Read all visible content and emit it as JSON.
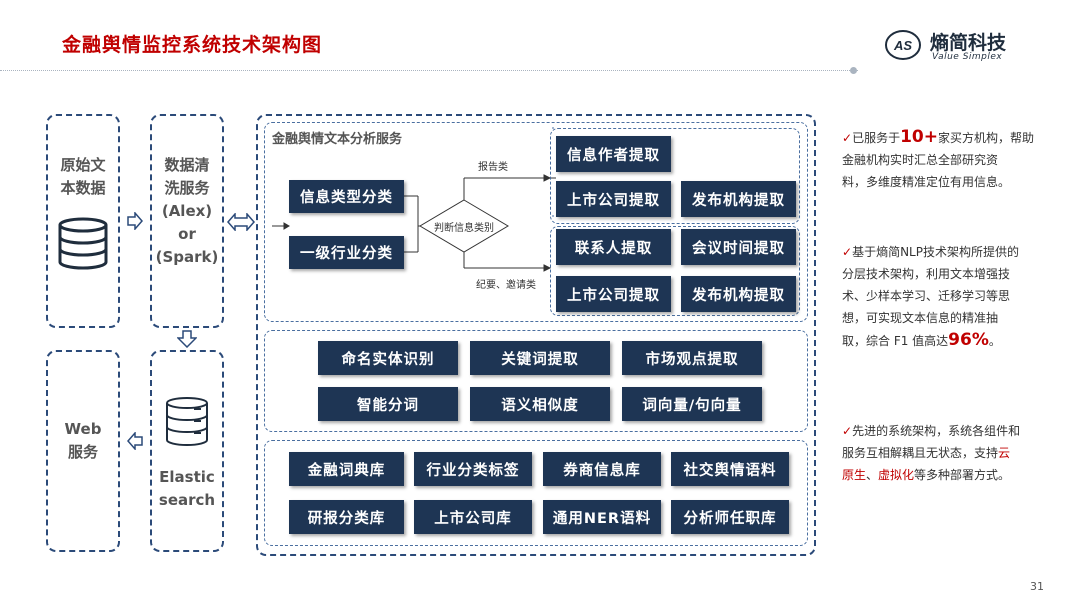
{
  "header": {
    "title": "金融舆情监控系统技术架构图",
    "logo_cn": "熵简科技",
    "logo_en": "Value Simplex",
    "logo_mark": "AS"
  },
  "left": {
    "raw_data": "原始文\n本数据",
    "cleaning": "数据清\n洗服务\n(Alex)\nor\n(Spark)",
    "web": "Web\n服务",
    "es": "Elastic\nsearch"
  },
  "service": {
    "title": "金融舆情文本分析服务",
    "info_type": "信息类型分类",
    "industry": "一级行业分类",
    "judge": "判断信息类别",
    "report_label": "报告类",
    "minutes_label": "纪要、邀请类",
    "author": "信息作者提取",
    "listed1": "上市公司提取",
    "publisher1": "发布机构提取",
    "contact": "联系人提取",
    "meeting_time": "会议时间提取",
    "listed2": "上市公司提取",
    "publisher2": "发布机构提取"
  },
  "nlp": [
    "命名实体识别",
    "关键词提取",
    "市场观点提取",
    "智能分词",
    "语义相似度",
    "词向量/句向量"
  ],
  "kb": [
    "金融词典库",
    "行业分类标签",
    "券商信息库",
    "社交舆情语料",
    "研报分类库",
    "上市公司库",
    "通用NER语料",
    "分析师任职库"
  ],
  "right": {
    "p1_a": "已服务于",
    "p1_num": "10+",
    "p1_b": "家买方机构，帮助\n金融机构实时汇总全部研究资\n料，多维度精准定位有用信息。",
    "p2_a": "基于熵简NLP技术架构所提供的\n分层技术架构，利用文本增强技\n术、少样本学习、迁移学习等思\n想，可实现文本信息的精准抽\n取，综合 F1 值高达",
    "p2_num": "96%",
    "p2_b": "。",
    "p3_a": "先进的系统架构，系统各组件和\n服务互相解耦且无状态，支持",
    "p3_red1": "云\n原生",
    "p3_mid": "、",
    "p3_red2": "虚拟化",
    "p3_b": "等多种部署方式。",
    "check": "✓"
  },
  "page_number": "31",
  "colors": {
    "accent_red": "#c00000",
    "navy": "#1e3554",
    "dash_blue": "#2b4a79"
  }
}
